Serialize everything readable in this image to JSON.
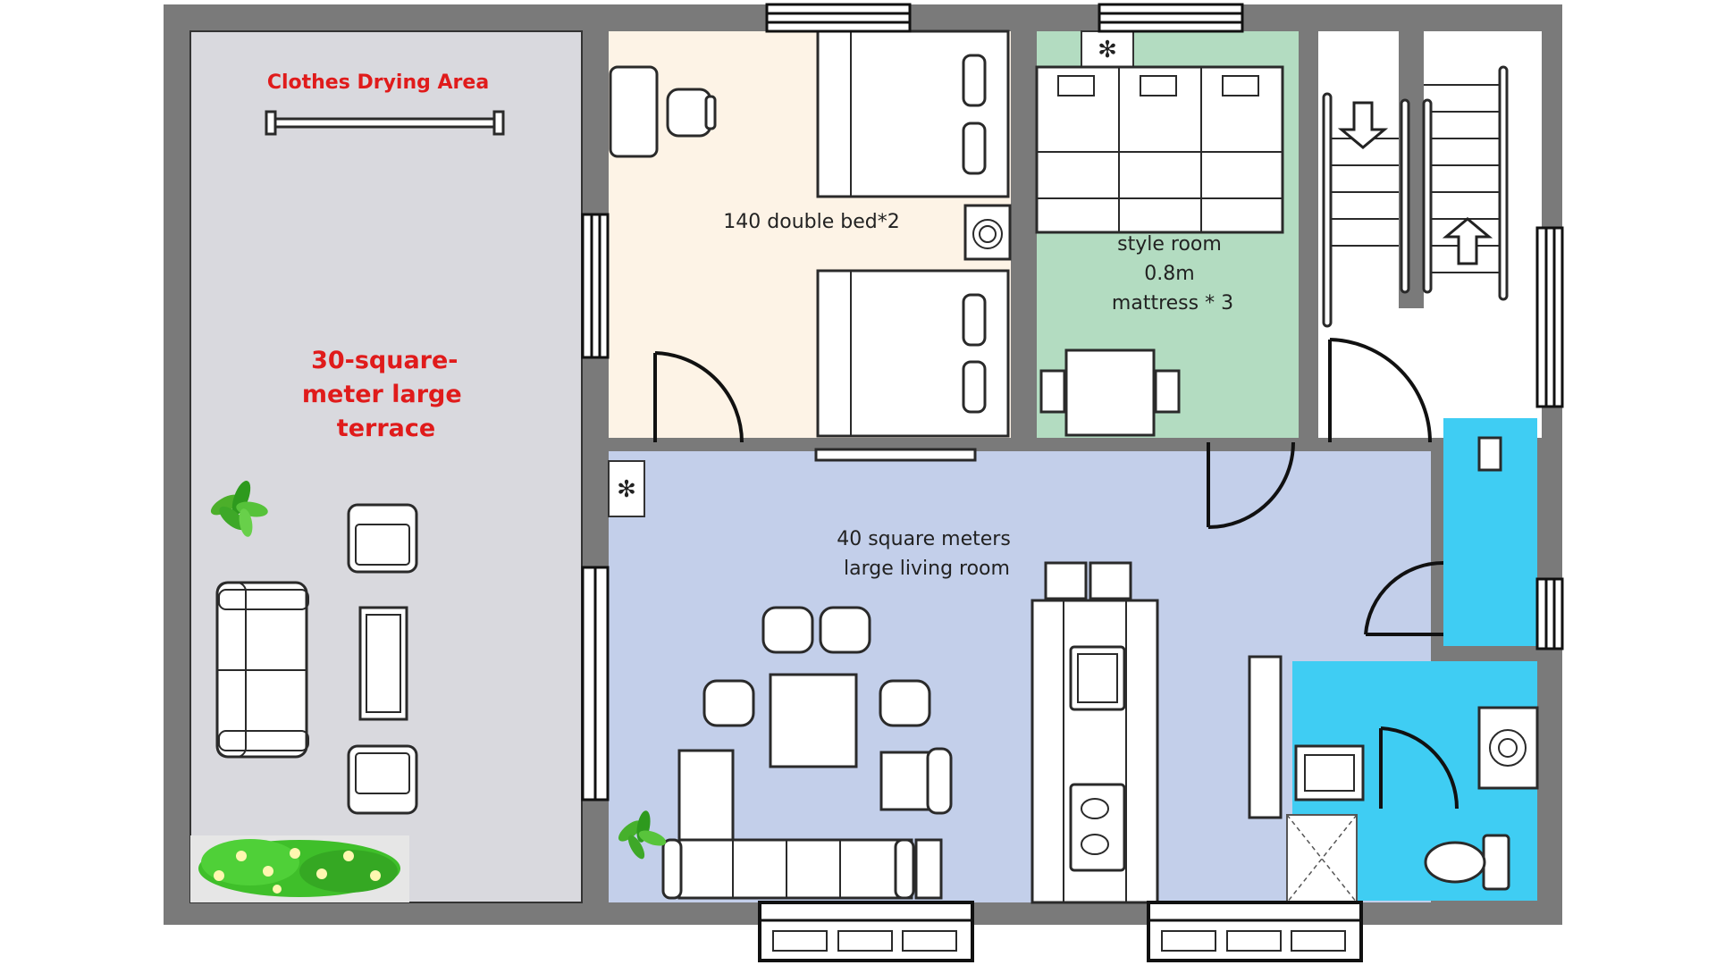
{
  "labels": {
    "clothes_drying": "Clothes Drying Area",
    "terrace": [
      "30-square-",
      "meter large",
      "terrace"
    ],
    "bedroom": "140 double bed*2",
    "style_room": [
      "style room",
      "0.8m",
      "mattress * 3"
    ],
    "living_room": [
      "40 square meters",
      "large living room"
    ]
  },
  "colors": {
    "wall": "#7a7a7a",
    "terrace": "#d9d9de",
    "bedroom": "#fdf3e6",
    "style_room": "#b3dcc1",
    "living_room": "#c3cfea",
    "bathroom": "#3fcdf3",
    "text_red": "#e01b1b"
  },
  "icons": [
    "snowflake-ac-icon",
    "plant-icon",
    "arrow-down-icon",
    "arrow-up-icon",
    "washing-machine-icon",
    "toilet-icon",
    "sink-icon",
    "stove-icon"
  ]
}
